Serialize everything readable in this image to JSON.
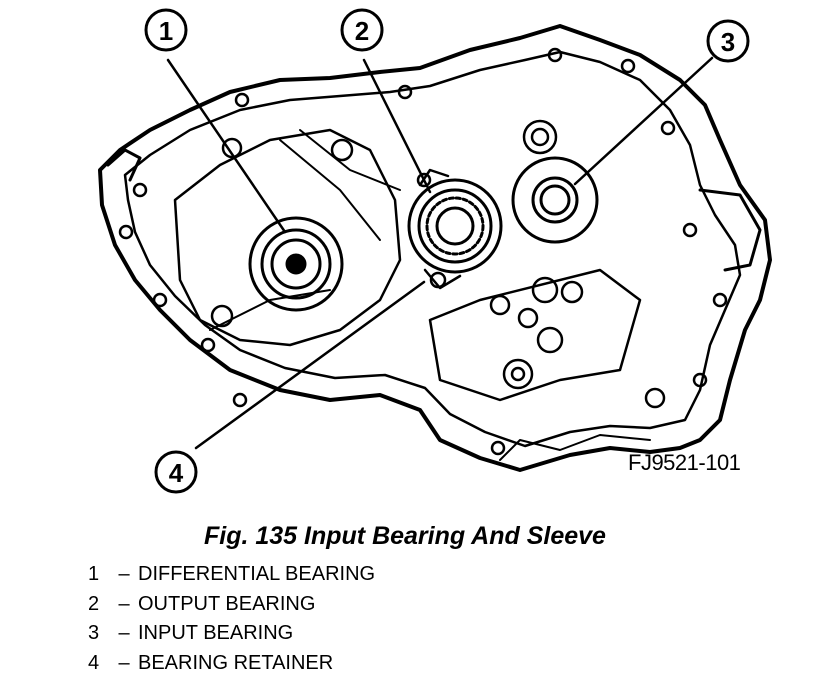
{
  "figure": {
    "id": "FJ9521-101",
    "caption": "Fig. 135 Input Bearing And Sleeve"
  },
  "callouts": [
    {
      "number": "1",
      "label": "DIFFERENTIAL BEARING"
    },
    {
      "number": "2",
      "label": "OUTPUT BEARING"
    },
    {
      "number": "3",
      "label": "INPUT BEARING"
    },
    {
      "number": "4",
      "label": "BEARING RETAINER"
    }
  ],
  "legend_separator": "–"
}
